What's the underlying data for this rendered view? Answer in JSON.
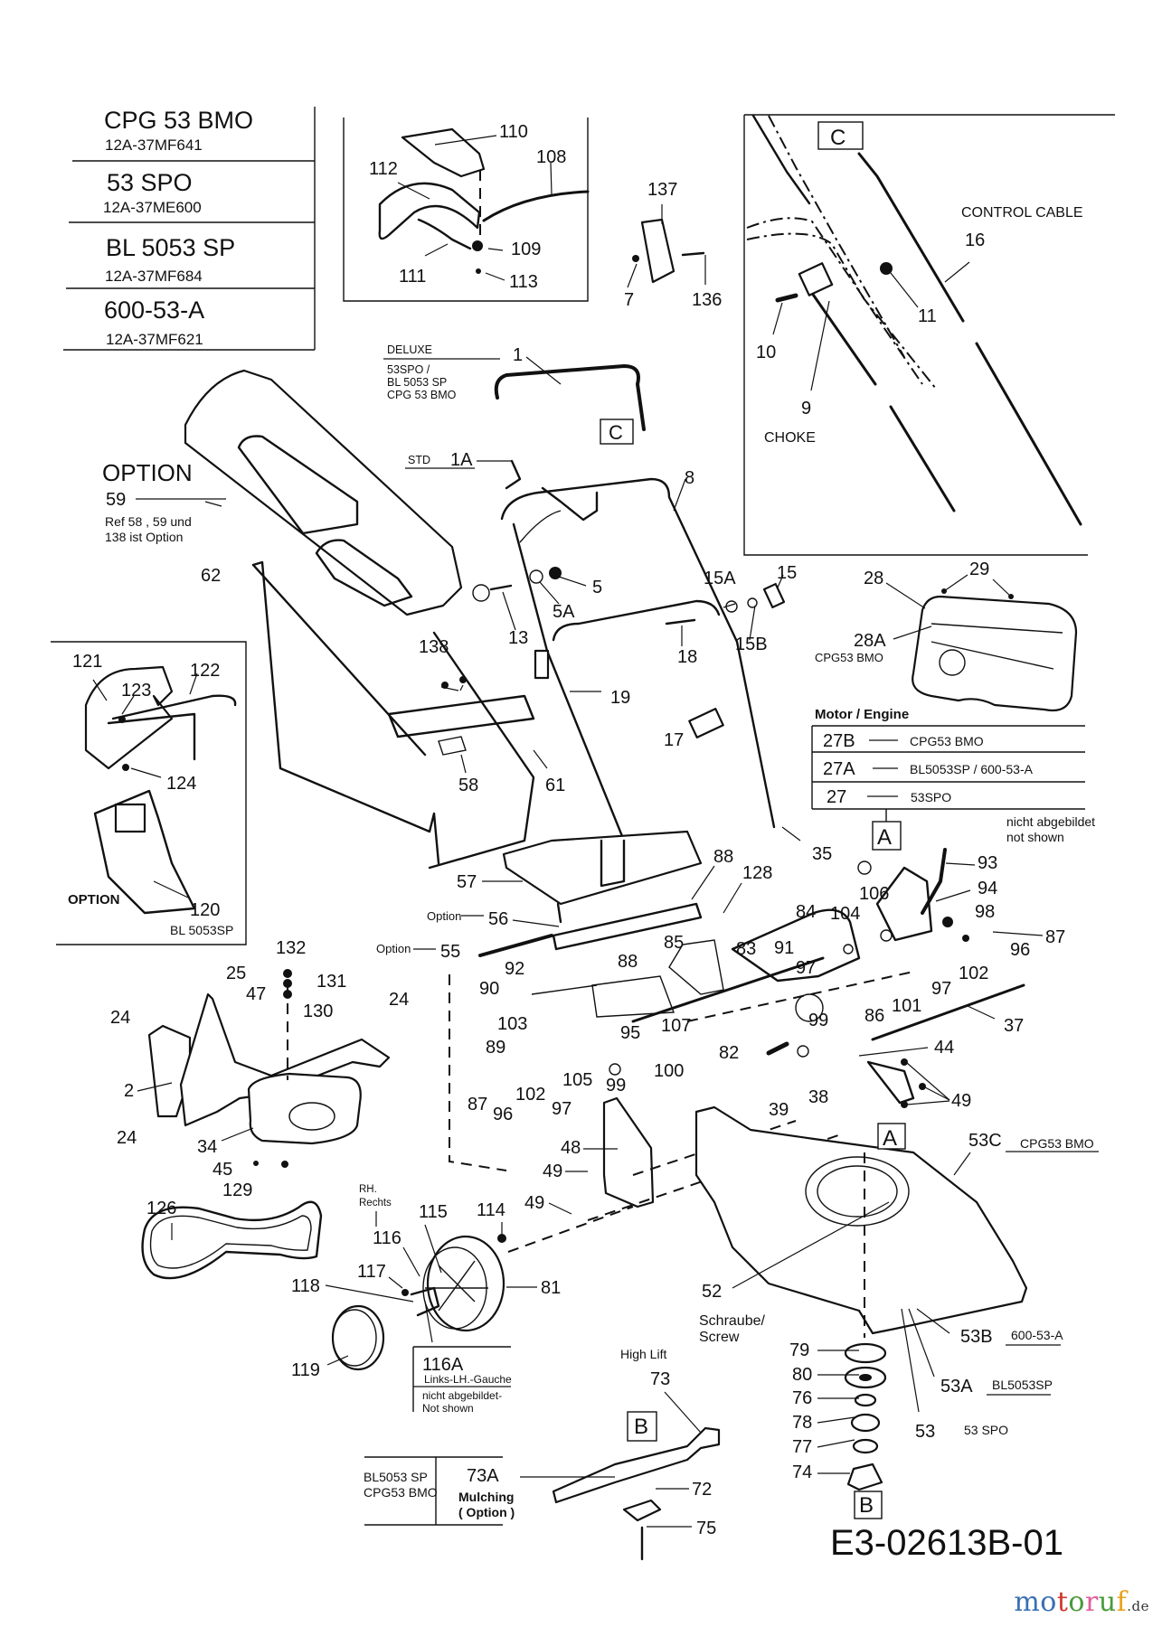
{
  "models_table": [
    {
      "name": "CPG 53 BMO",
      "code": "12A-37MF641"
    },
    {
      "name": "53 SPO",
      "code": "12A-37ME600"
    },
    {
      "name": "BL 5053 SP",
      "code": "12A-37MF684"
    },
    {
      "name": "600-53-A",
      "code": "12A-37MF621"
    }
  ],
  "handle_variants": {
    "deluxe_label": "DELUXE",
    "deluxe_part": "1",
    "deluxe_models": [
      "53SPO /",
      "BL 5053 SP",
      "CPG 53 BMO"
    ],
    "std_label": "STD",
    "std_part": "1A"
  },
  "grass_bag_note": {
    "title": "OPTION",
    "part": "59",
    "note_lines": [
      "Ref 58 , 59 und",
      "138 ist Option"
    ]
  },
  "detail_box_c": {
    "marker": "C",
    "control_cable_label": "CONTROL CABLE",
    "choke_label": "CHOKE",
    "parts": [
      "16",
      "11",
      "10",
      "9"
    ]
  },
  "top_detail_parts": [
    "110",
    "108",
    "112",
    "109",
    "111",
    "113"
  ],
  "handle_switch_parts": [
    "137",
    "7",
    "136"
  ],
  "mulch_option_box": {
    "parts": [
      "121",
      "123",
      "122",
      "124",
      "120"
    ],
    "option_label": "OPTION",
    "model": "BL 5053SP"
  },
  "engine": {
    "title": "Motor / Engine",
    "cover_parts": [
      "28",
      "29",
      "28A"
    ],
    "cover_28a_model": "CPG53 BMO",
    "rows": [
      {
        "part": "27B",
        "model": "CPG53 BMO"
      },
      {
        "part": "27A",
        "model": "BL5053SP / 600-53-A"
      },
      {
        "part": "27",
        "model": "53SPO"
      }
    ],
    "marker": "A",
    "not_shown_lines": [
      "nicht abgebildet",
      "not shown"
    ]
  },
  "callouts": {
    "p1": "1",
    "p1a": "1A",
    "p8": "8",
    "p5": "5",
    "p5a": "5A",
    "p13": "13",
    "p15": "15",
    "p15a": "15A",
    "p15b": "15B",
    "p18": "18",
    "p19": "19",
    "p17": "17",
    "p62": "62",
    "p138": "138",
    "p58": "58",
    "p61": "61",
    "p57": "57",
    "p35": "35",
    "p56": "56",
    "p55": "55",
    "option": "Option",
    "p88a": "88",
    "p128": "128",
    "p88b": "88",
    "p85": "85",
    "p83": "83",
    "p91": "91",
    "p92": "92",
    "p90": "90",
    "p95": "95",
    "p107": "107",
    "p103": "103",
    "p89": "89",
    "p102a": "102",
    "p105": "105",
    "p99a": "99",
    "p97a": "97",
    "p96a": "96",
    "p87a": "87",
    "p100": "100",
    "p82": "82",
    "p93": "93",
    "p94": "94",
    "p106": "106",
    "p84": "84",
    "p104": "104",
    "p98": "98",
    "p87b": "87",
    "p96b": "96",
    "p102b": "102",
    "p97b": "97",
    "p97c": "97",
    "p99b": "99",
    "p86": "86",
    "p101": "101",
    "p37": "37",
    "p44": "44",
    "p49a": "49",
    "p39": "39",
    "p38": "38",
    "p132": "132",
    "p25": "25",
    "p131": "131",
    "p47": "47",
    "p130": "130",
    "p24a": "24",
    "p24b": "24",
    "p24c": "24",
    "p2": "2",
    "p34": "34",
    "p45": "45",
    "p129": "129",
    "p48": "48",
    "p49b": "49",
    "p49c": "49",
    "p126": "126",
    "p114": "114",
    "p115": "115",
    "p116": "116",
    "p117": "117",
    "p118": "118",
    "p81": "81",
    "p119": "119",
    "rh_lines": [
      "RH.",
      "Rechts"
    ],
    "p116a": "116A",
    "p116a_lines": [
      "Links-LH.-Gauche",
      "nicht abgebildet-",
      "Not shown"
    ],
    "marker_a2": "A",
    "p53c": "53C",
    "p53c_model": "CPG53 BMO",
    "p53b": "53B",
    "p53b_model": "600-53-A",
    "p53a": "53A",
    "p53a_model": "BL5053SP",
    "p53": "53",
    "p53_model": "53 SPO",
    "p52": "52",
    "screw_lines": [
      "Schraube/",
      "Screw"
    ],
    "p79": "79",
    "p80": "80",
    "p76": "76",
    "p78": "78",
    "p77": "77",
    "p74": "74",
    "marker_b1": "B",
    "marker_b2": "B",
    "high_lift": "High Lift",
    "p73": "73",
    "p72": "72",
    "p75": "75"
  },
  "mulching_blade_box": {
    "models": [
      "BL5053 SP",
      "CPG53 BMO"
    ],
    "part": "73A",
    "label_lines": [
      "Mulching",
      "( Option )"
    ]
  },
  "document_id": "E3-02613B-01",
  "watermark": {
    "letters": [
      "m",
      "o",
      "t",
      "o",
      "r",
      "u",
      "f"
    ],
    "colors": [
      "#3a6fb4",
      "#3a6fb4",
      "#d2372c",
      "#4a9b3c",
      "#e25c9b",
      "#4a9b3c",
      "#e8a21a"
    ],
    "tld": ".de"
  }
}
